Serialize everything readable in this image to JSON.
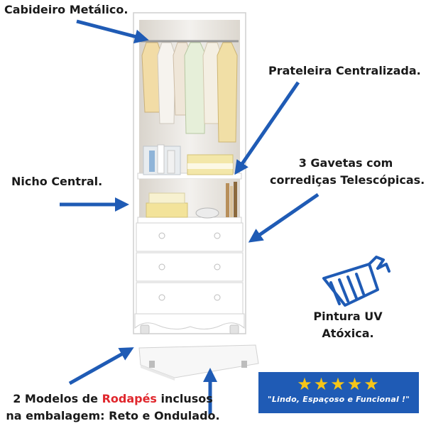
{
  "labels": {
    "cabideiro": "Cabideiro Metálico.",
    "prateleira": "Prateleira Centralizada.",
    "gavetas_line1": "3 Gavetas com",
    "gavetas_line2": "corrediças Telescópicas.",
    "nicho": "Nicho Central.",
    "pintura_line1": "Pintura UV",
    "pintura_line2": "Atóxica.",
    "rodapes_prefix": "2 Modelos de ",
    "rodapes_highlight": "Rodapés",
    "rodapes_suffix": " inclusos",
    "rodapes_line2": "na embalagem: Reto e Ondulado."
  },
  "badge": {
    "stars": "★★★★★",
    "rating": 5,
    "quote": "\"Lindo, Espaçoso e Funcional !\""
  },
  "icons": {
    "paint_roller": "paint-roller-icon"
  },
  "colors": {
    "arrow": "#1f5bb5",
    "highlight": "#e0262c",
    "badge_bg": "#1f5bb5",
    "star": "#f5c518",
    "cabinet": "#ffffff",
    "cabinet_edge": "#cfcfcf"
  }
}
